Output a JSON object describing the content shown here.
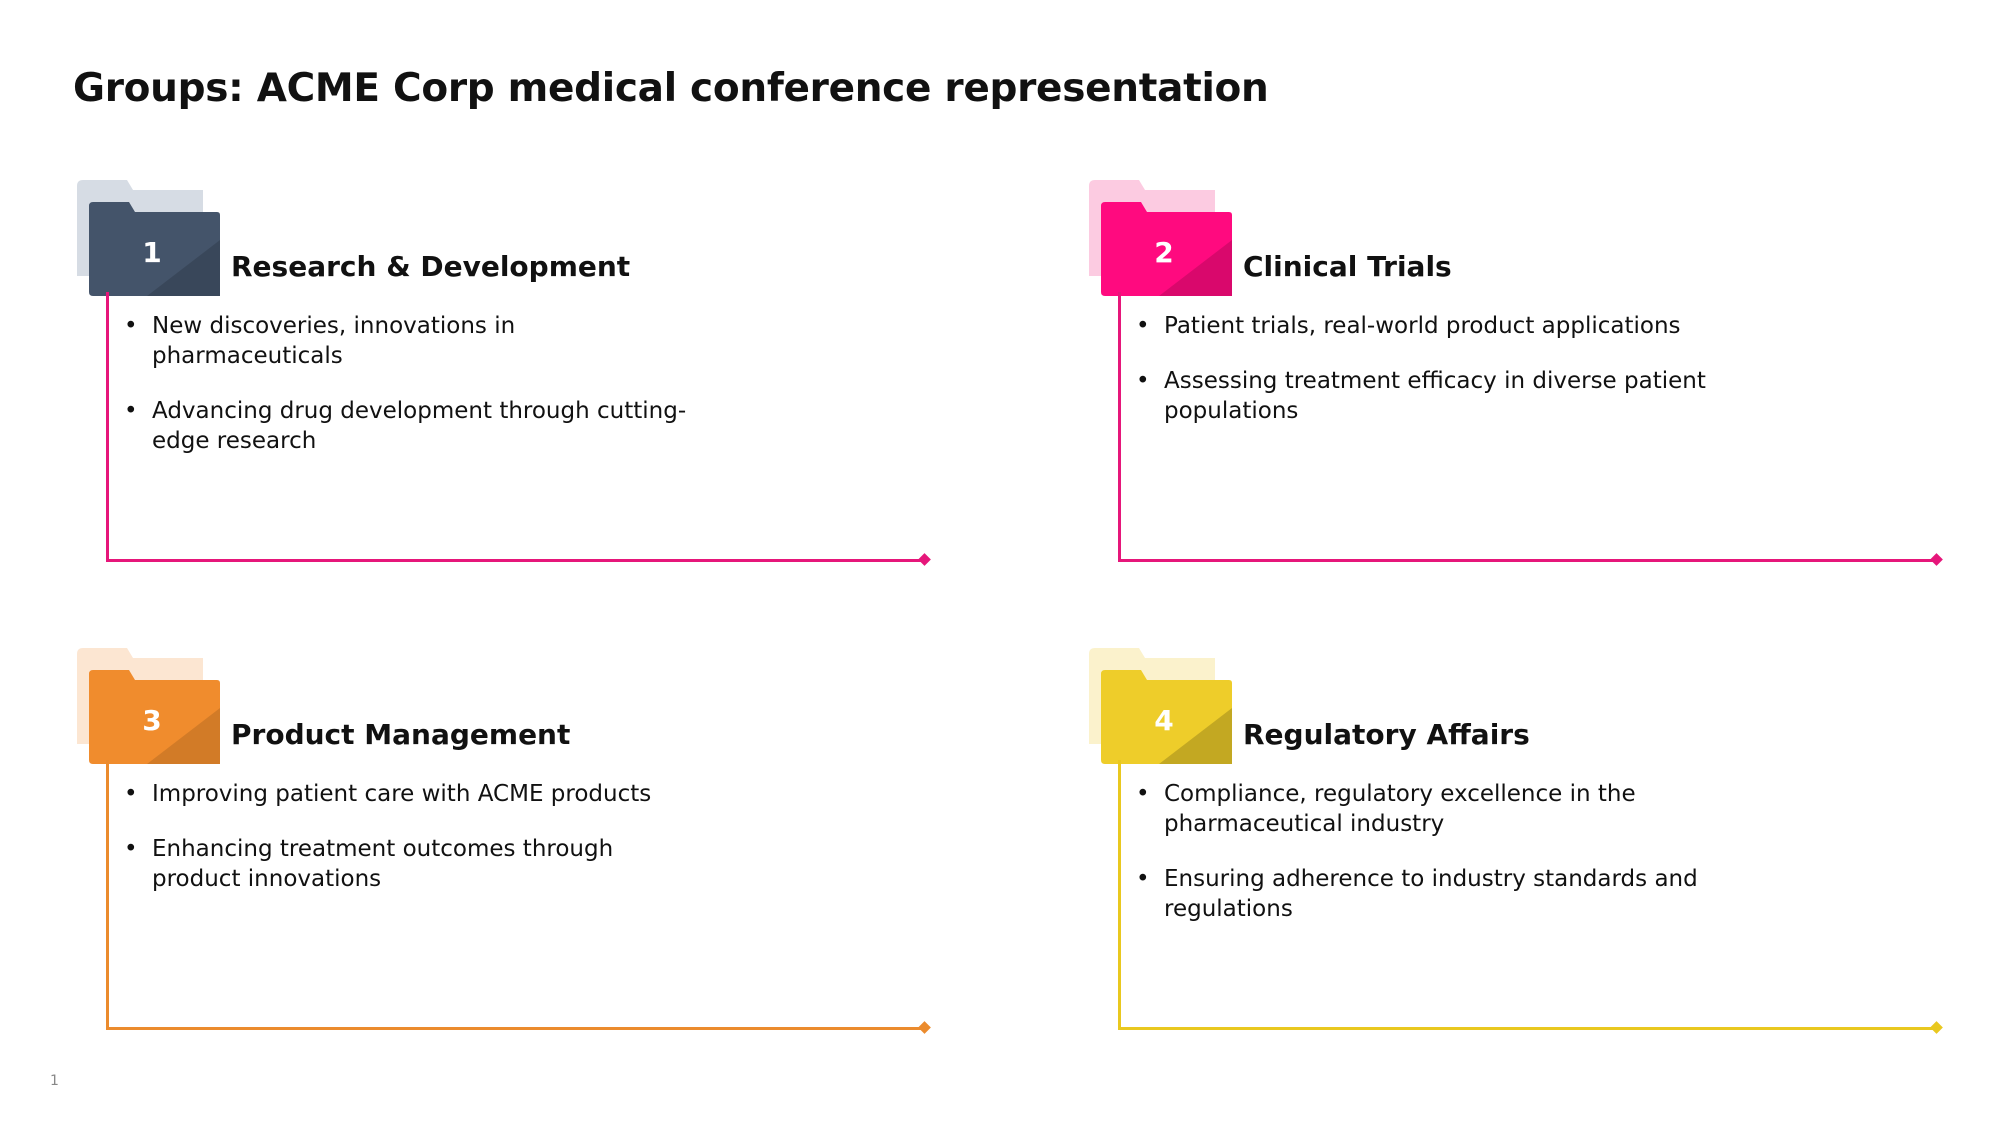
{
  "title": "Groups: ACME Corp medical conference representation",
  "page_number": "1",
  "groups": [
    {
      "number": "1",
      "heading": "Research & Development",
      "color": "#E6167A",
      "folder_front": "#44546A",
      "folder_back": "#D6DCE4",
      "bullets": [
        "New discoveries, innovations in pharmaceuticals",
        "Advancing drug development through cutting-edge research"
      ]
    },
    {
      "number": "2",
      "heading": "Clinical Trials",
      "color": "#E6167A",
      "folder_front": "#FF0A7F",
      "folder_back": "#FCCBE1",
      "bullets": [
        "Patient trials, real-world product applications",
        "Assessing treatment efficacy in diverse patient populations"
      ]
    },
    {
      "number": "3",
      "heading": "Product Management",
      "color": "#EB8B2D",
      "folder_front": "#F08C2D",
      "folder_back": "#FCE6D2",
      "bullets": [
        "Improving patient care with ACME products",
        "Enhancing treatment outcomes through product innovations"
      ]
    },
    {
      "number": "4",
      "heading": "Regulatory Affairs",
      "color": "#E9C81F",
      "folder_front": "#EECD2A",
      "folder_back": "#FBF2CC",
      "bullets": [
        "Compliance, regulatory excellence in the pharmaceutical industry",
        "Ensuring adherence to industry standards and regulations"
      ]
    }
  ]
}
